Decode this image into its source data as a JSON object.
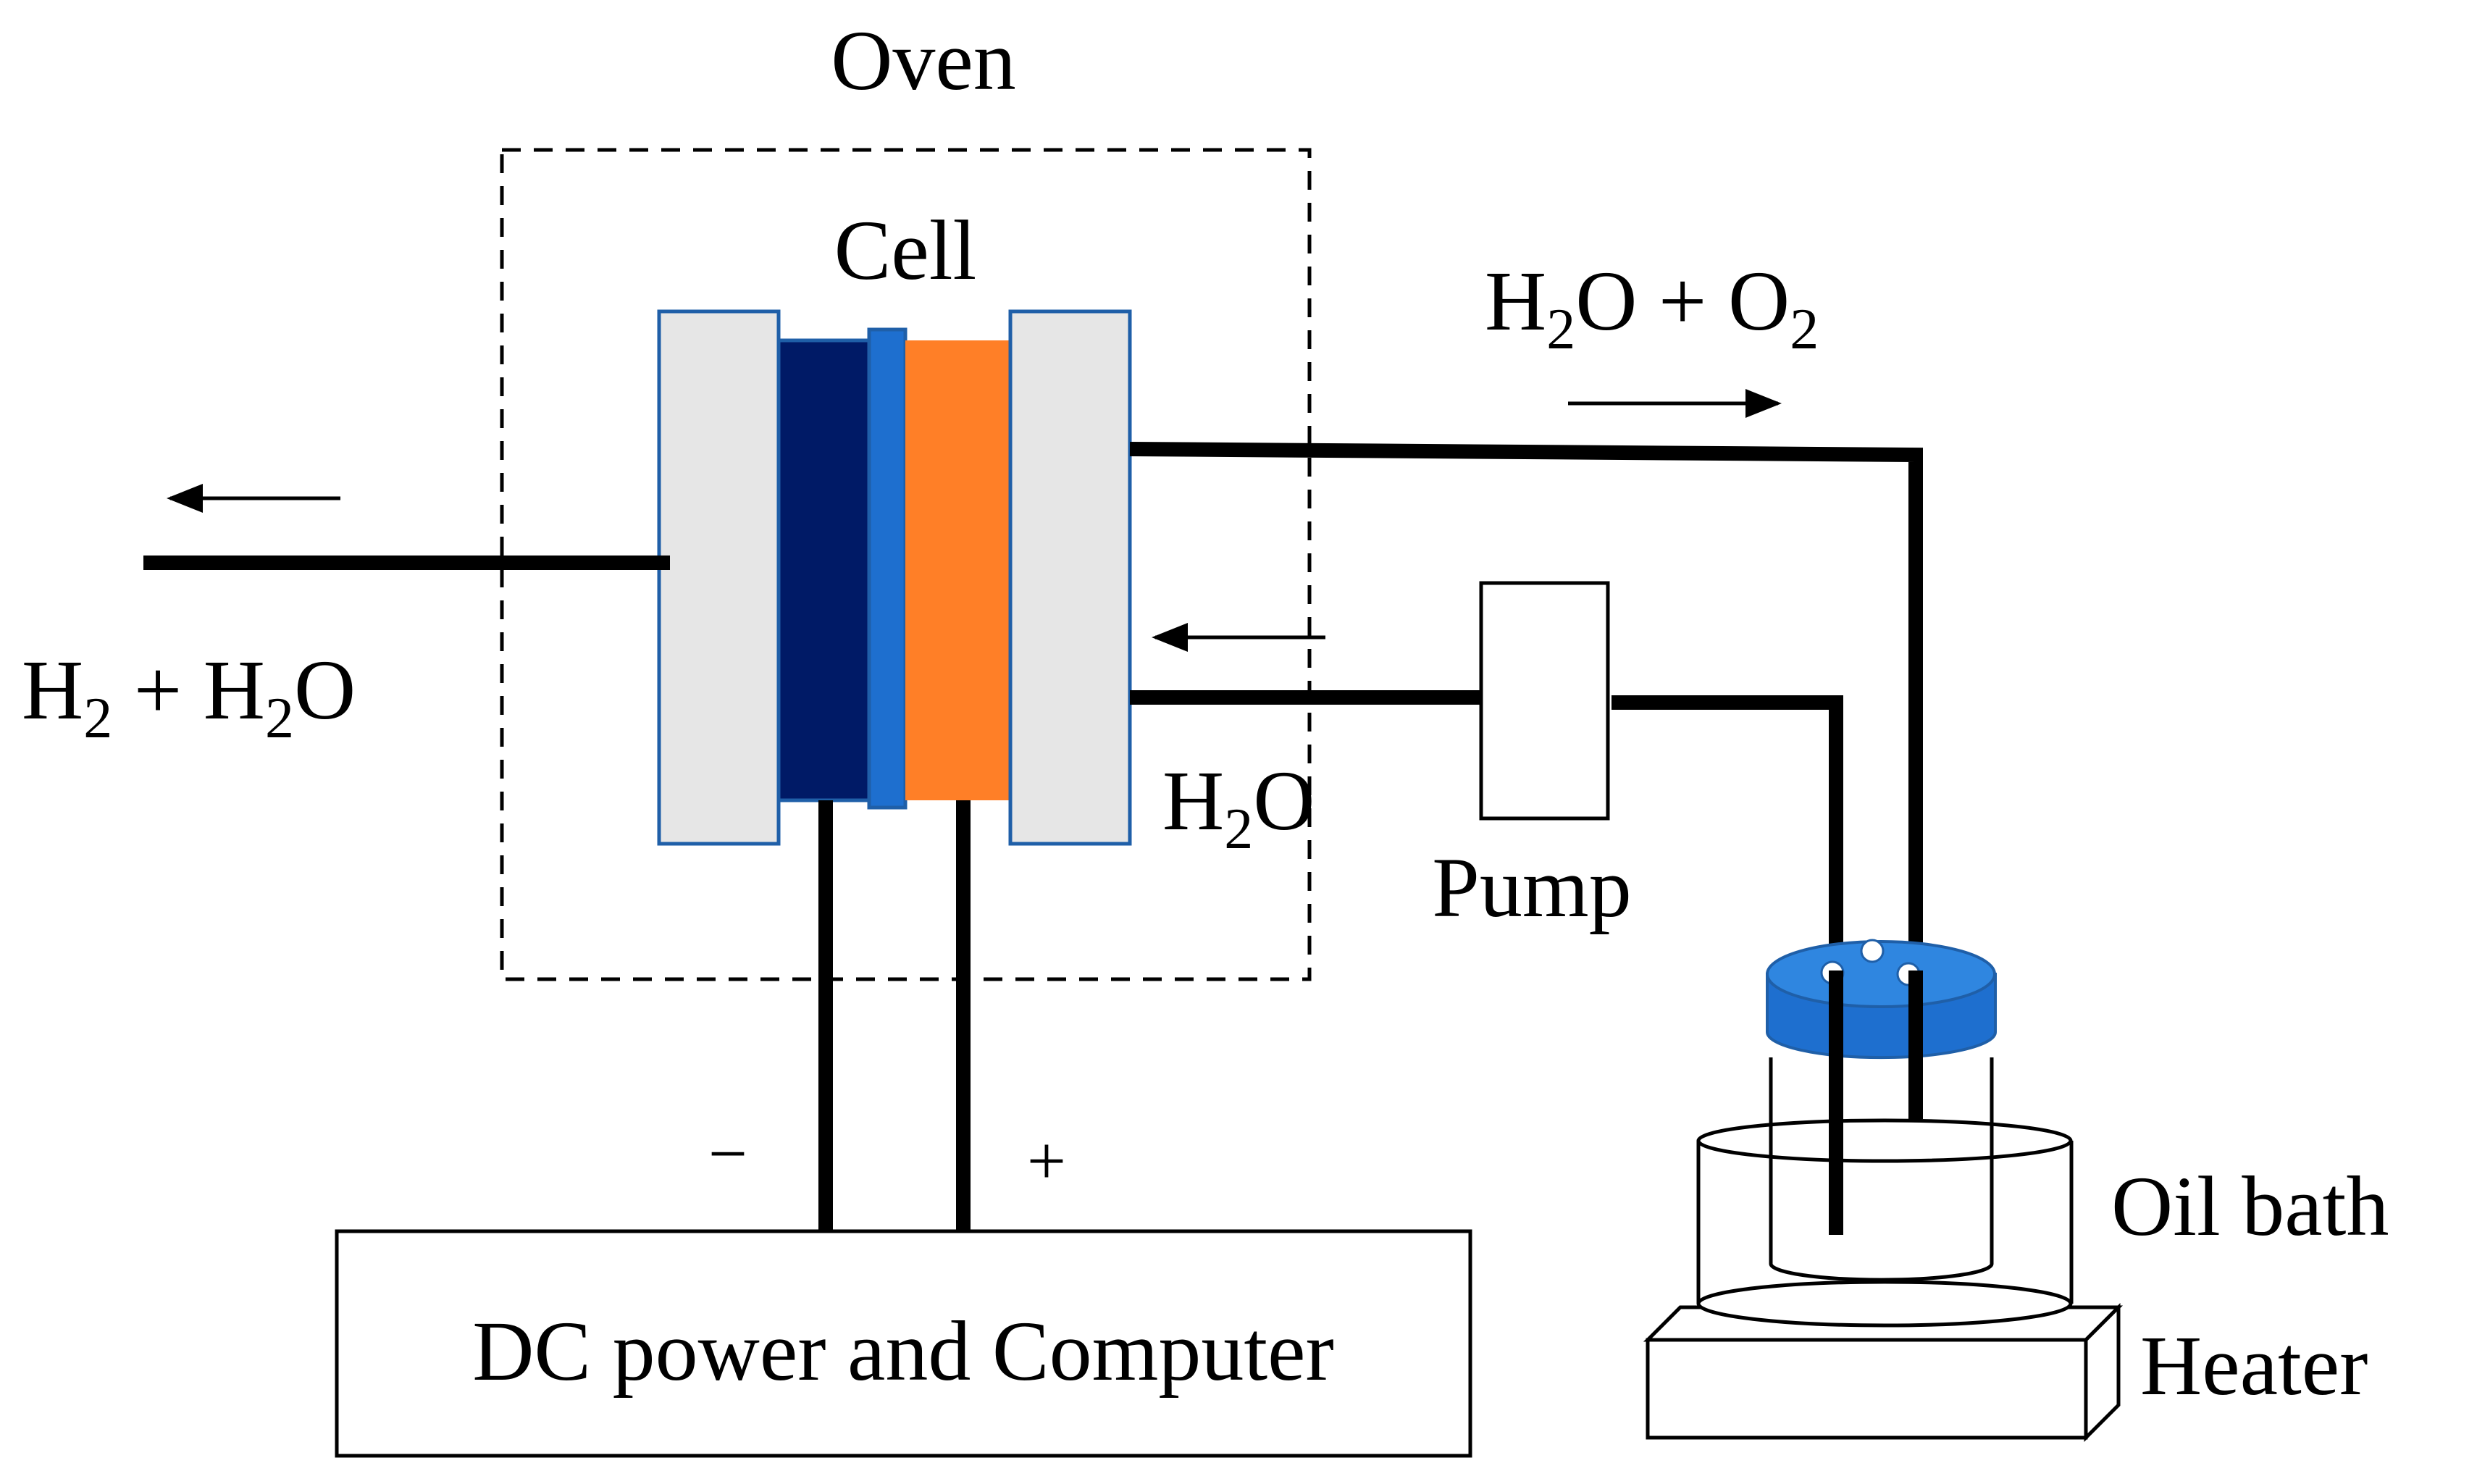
{
  "labels": {
    "oven": "Oven",
    "cell": "Cell",
    "out_right_base1": "H",
    "out_right_sub1": "2",
    "out_right_base2": "O + O",
    "out_right_sub2": "2",
    "out_left_base1": "H",
    "out_left_sub1": "2",
    "out_left_base2": " + H",
    "out_left_sub2": "2",
    "out_left_base3": "O",
    "water_base1": "H",
    "water_sub1": "2",
    "water_base2": "O",
    "pump": "Pump",
    "minus": "−",
    "plus": "+",
    "dc_power": "DC power and Computer",
    "oil_bath": "Oil bath",
    "heater": "Heater"
  },
  "colors": {
    "electrode_cathode": "#001a66",
    "electrolyte": "#1e6fcf",
    "electrode_anode": "#ff7f27",
    "interconnect": "#e6e6e6",
    "interconnect_border": "#1f5fa8",
    "bottle_cap": "#1e6fcf",
    "line": "#000000"
  },
  "icons": {
    "flow_left_arrow": "arrow-left-icon",
    "flow_right_arrow": "arrow-right-icon",
    "inlet_arrow": "arrow-left-icon"
  }
}
